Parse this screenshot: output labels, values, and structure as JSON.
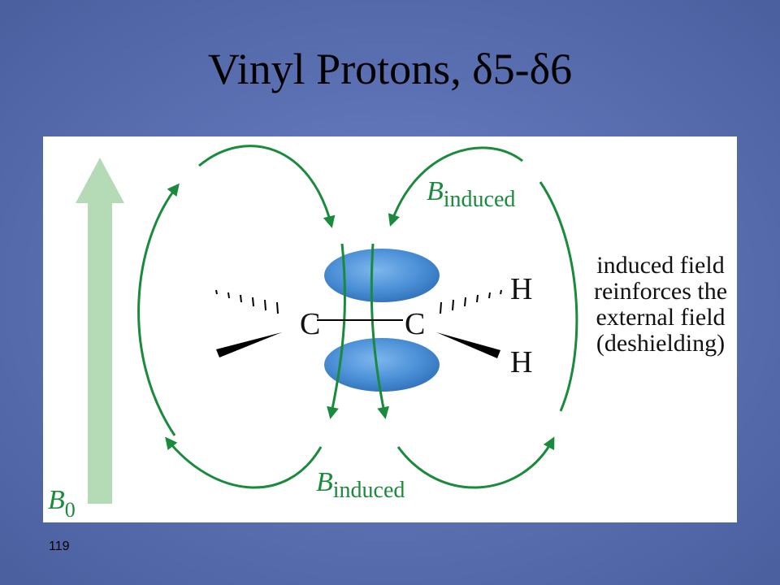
{
  "slide": {
    "title": "Vinyl Protons, δ5-δ6",
    "number": "119"
  },
  "diagram": {
    "field_label": {
      "symbol": "B",
      "subscript": "0"
    },
    "induced_label_top": {
      "symbol": "B",
      "subscript": "induced"
    },
    "induced_label_bottom": {
      "symbol": "B",
      "subscript": "induced"
    },
    "carbon_left": "C",
    "carbon_right": "C",
    "hydrogen_top": "H",
    "hydrogen_bottom": "H",
    "caption_lines": [
      "induced field",
      "reinforces the",
      "external field",
      "(deshielding)"
    ],
    "colors": {
      "field_lines": "#1a8a3c",
      "external_field_arrow": "#b5dab6",
      "pi_cloud": "#4a8fd6",
      "text": "#111111"
    }
  }
}
